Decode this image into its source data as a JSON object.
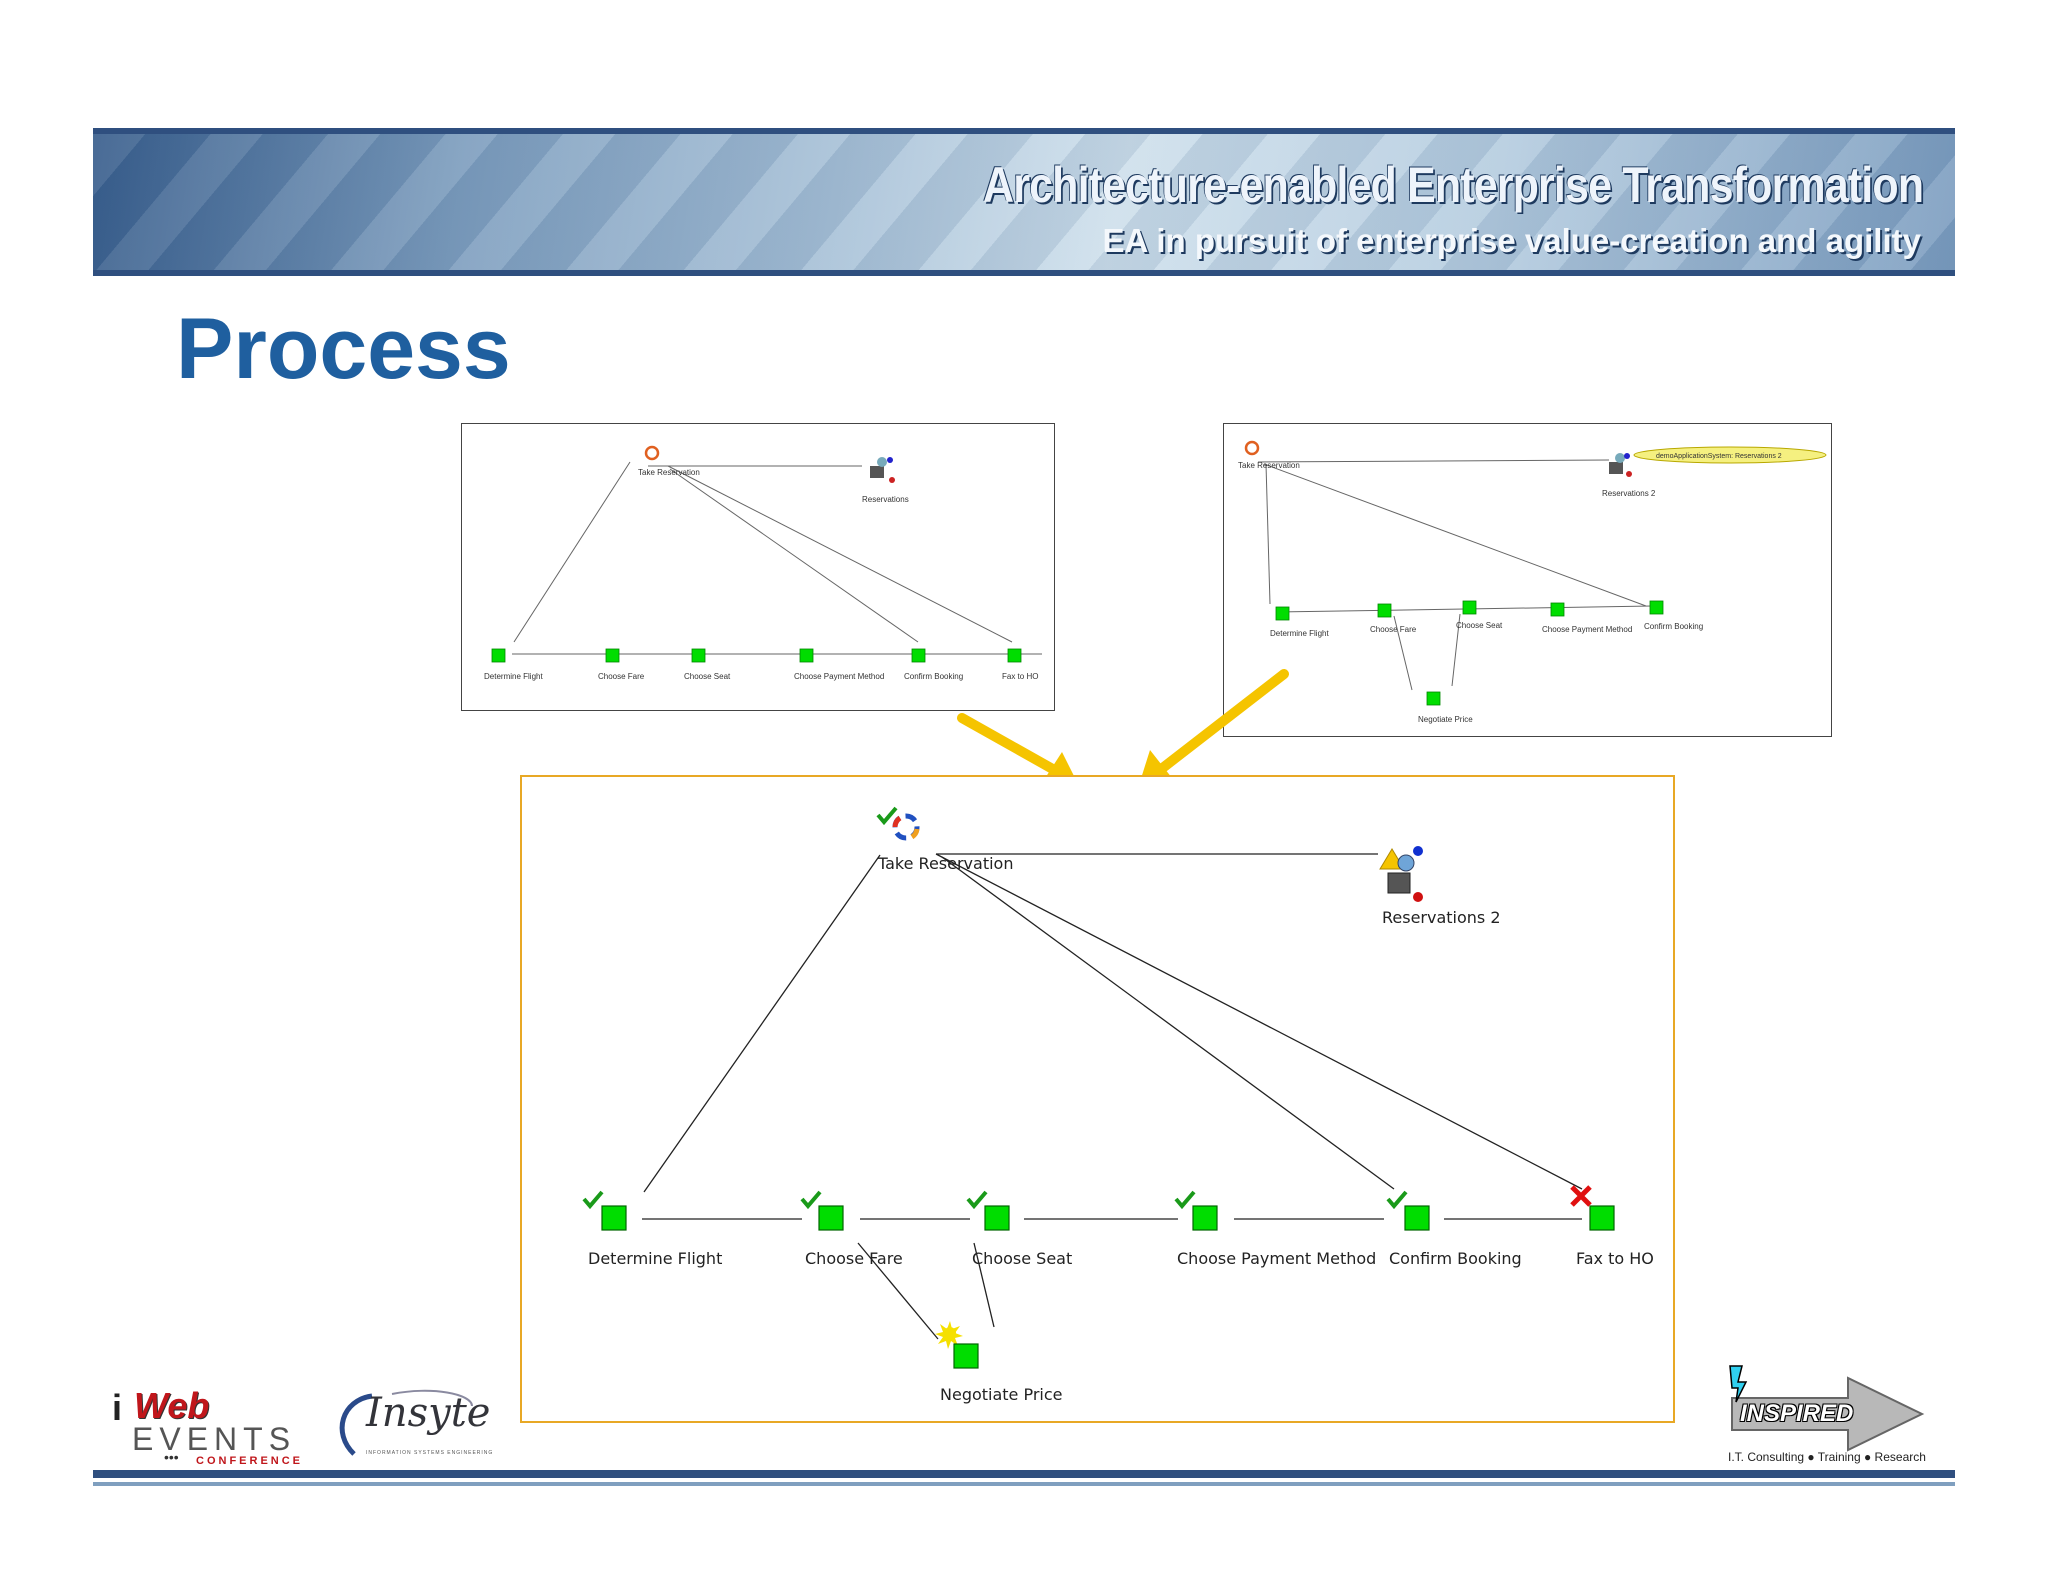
{
  "banner": {
    "title": "Architecture-enabled Enterprise Transformation",
    "subtitle": "EA in pursuit of enterprise value-creation and agility"
  },
  "page": {
    "title": "Process"
  },
  "thumbnail_1": {
    "nodes": {
      "take_reservation": "Take Reservation",
      "reservations": "Reservations",
      "steps": [
        "Determine Flight",
        "Choose Fare",
        "Choose Seat",
        "Choose Payment Method",
        "Confirm Booking",
        "Fax to HO"
      ]
    }
  },
  "thumbnail_2": {
    "nodes": {
      "take_reservation": "Take Reservation",
      "reservations": "Reservations 2",
      "tooltip": "demoApplicationSystem: Reservations 2",
      "steps": [
        "Determine Flight",
        "Choose Fare",
        "Choose Seat",
        "Choose Payment Method",
        "Confirm Booking"
      ],
      "negotiate": "Negotiate Price"
    }
  },
  "main_diagram": {
    "take_reservation": "Take Reservation",
    "reservations": "Reservations 2",
    "steps": [
      "Determine Flight",
      "Choose Fare",
      "Choose Seat",
      "Choose Payment Method",
      "Confirm Booking",
      "Fax to HO"
    ],
    "negotiate": "Negotiate Price",
    "status_colors": {
      "check": "#1a9a1a",
      "cross": "#e01010",
      "node": "#00dd00",
      "warning": "#f5c400"
    }
  },
  "logos": {
    "itweb_i": "i",
    "itweb_web": "Web",
    "itweb_events": "EVENTS",
    "itweb_conference": "CONFERENCE",
    "insyte": "Insyte",
    "insyte_tag": "INFORMATION SYSTEMS ENGINEERING",
    "inspired": "INSPIRED",
    "inspired_tag": "I.T. Consulting ● Training ● Research"
  }
}
